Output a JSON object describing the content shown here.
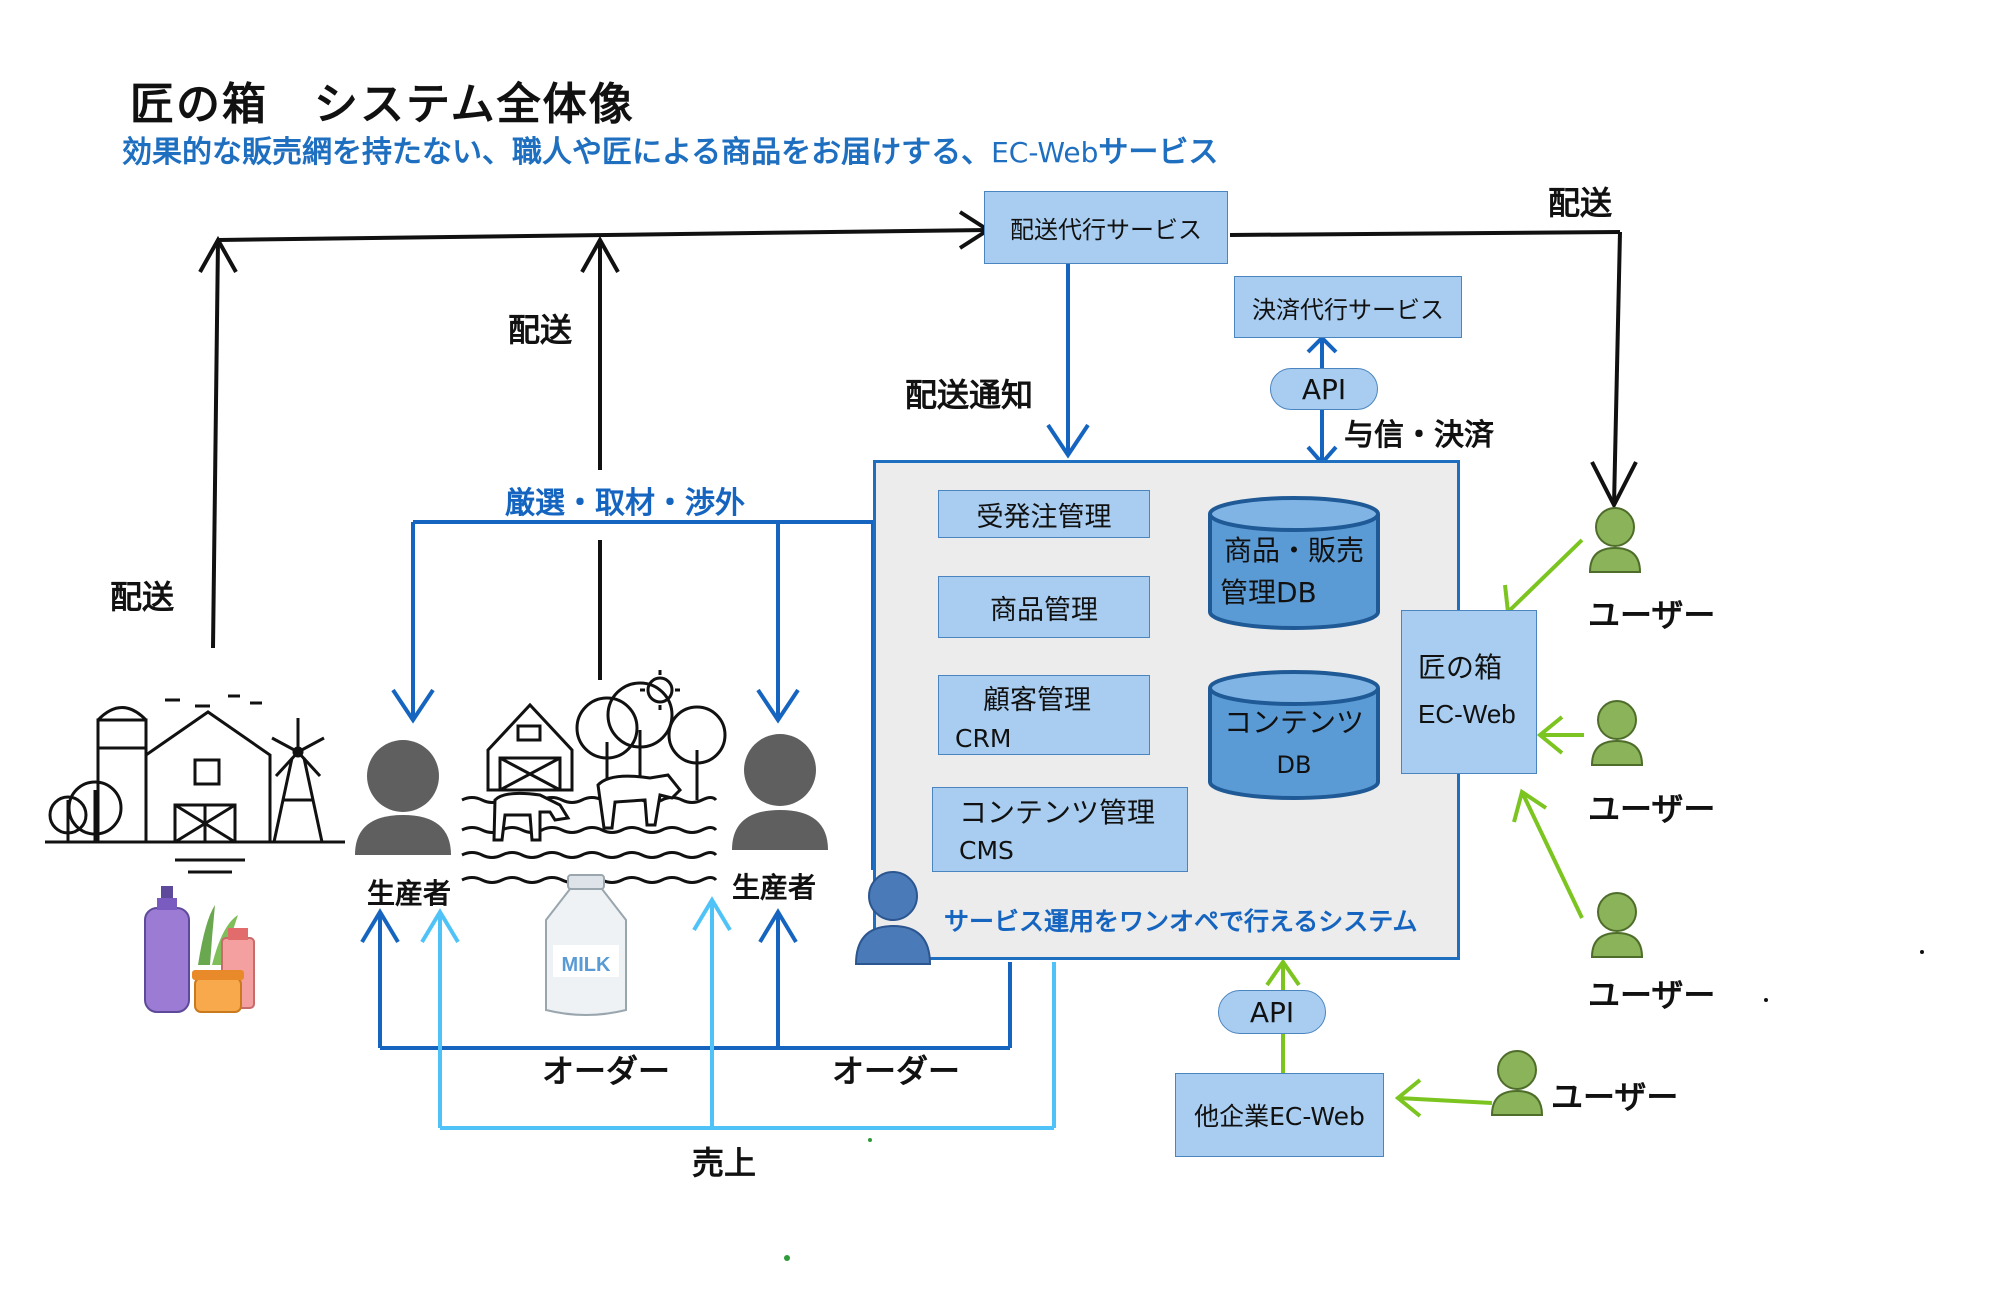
{
  "header": {
    "title": "匠の箱　システム全体像",
    "subtitle_main": "効果的な販売網を持たない、職人や匠による商品をお届けする、",
    "subtitle_ec": "EC-Web",
    "subtitle_tail": "サービス"
  },
  "services": {
    "delivery_agent": "配送代行サービス",
    "payment_agent": "決済代行サービス"
  },
  "labels": {
    "delivery_top_right": "配送",
    "delivery_mid": "配送",
    "delivery_left": "配送",
    "delivery_notice": "配送通知",
    "credit_payment": "与信・決済",
    "selection": "厳選・取材・渉外",
    "producer_left": "生産者",
    "producer_right": "生産者",
    "order_left": "オーダー",
    "order_right": "オーダー",
    "sales": "売上",
    "milk": "MILK"
  },
  "api": {
    "top": "API",
    "bottom": "API"
  },
  "system": {
    "modules": {
      "order_mgmt": "受発注管理",
      "product_mgmt": "商品管理",
      "customer_mgmt": "顧客管理",
      "customer_sub": "CRM",
      "content_mgmt": "コンテンツ管理",
      "content_sub": "CMS"
    },
    "db_products_line1": "商品・販売",
    "db_products_line2": "管理DB",
    "db_contents_line1": "コンテンツ",
    "db_contents_line2": "DB",
    "caption": "サービス運用をワンオペで行えるシステム"
  },
  "ecweb": {
    "line1": "匠の箱",
    "line2": "EC-Web"
  },
  "other_ec": "他企業EC-Web",
  "users": [
    "ユーザー",
    "ユーザー",
    "ユーザー",
    "ユーザー"
  ],
  "colors": {
    "arrow_dark": "#111111",
    "arrow_blue": "#1565c0",
    "arrow_light_blue": "#4fc3f7",
    "arrow_green": "#7cc520",
    "box_fill": "#a8cdf0",
    "user_green": "#8bb35a",
    "person_gray": "#5f5f5f",
    "operator_blue": "#4a7ab8"
  },
  "icons": [
    "farm-icon",
    "barn-cows-icon",
    "milk-can-icon",
    "cosmetics-icon",
    "producer-person-icon",
    "operator-person-icon",
    "user-person-icon",
    "database-icon",
    "sun-icon"
  ]
}
